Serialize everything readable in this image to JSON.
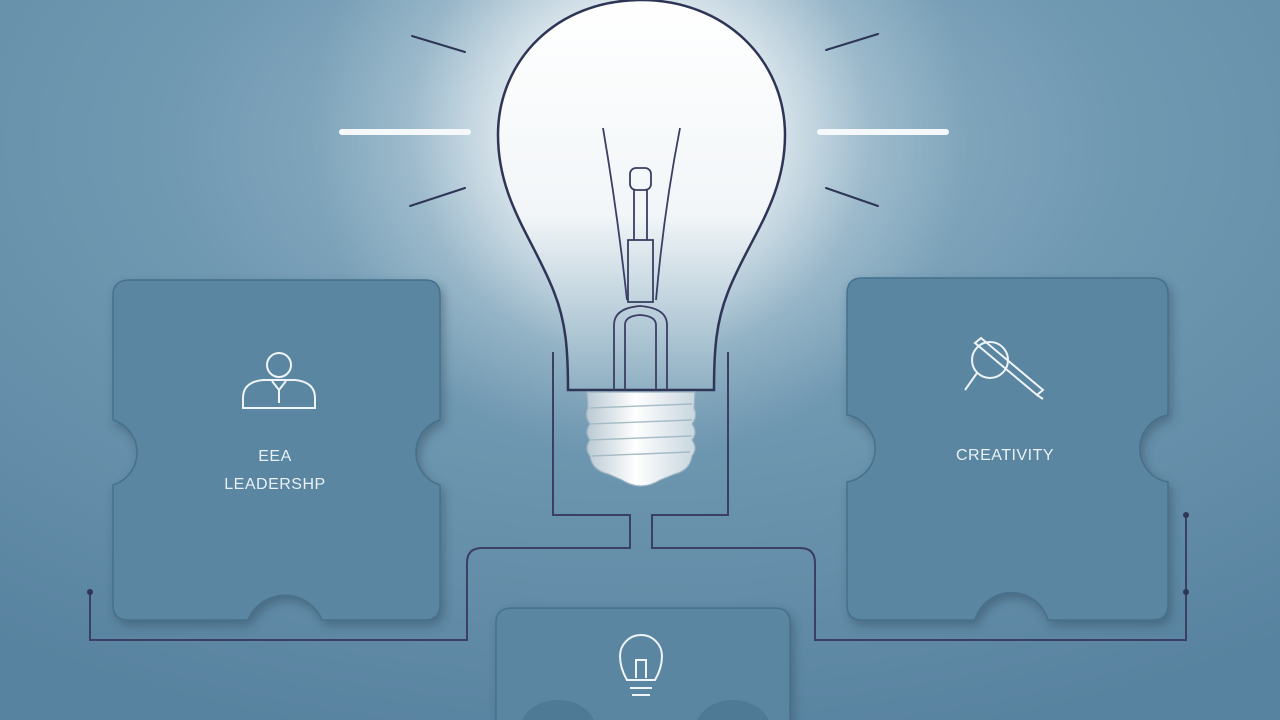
{
  "pieces": {
    "left": {
      "line1": "EEA",
      "line2": "LEADERSHP",
      "icon": "person-icon"
    },
    "right": {
      "label": "CREATIVITY",
      "icon": "magnifier-pencil-icon"
    },
    "bottom": {
      "icon": "lightbulb-small-icon"
    }
  },
  "center": {
    "icon": "lightbulb-icon"
  },
  "colors": {
    "background": "#5f8aa4",
    "piece": "#5a86a1",
    "line": "#3a3f63",
    "glow": "#ffffff",
    "text": "#e9f1f6"
  }
}
